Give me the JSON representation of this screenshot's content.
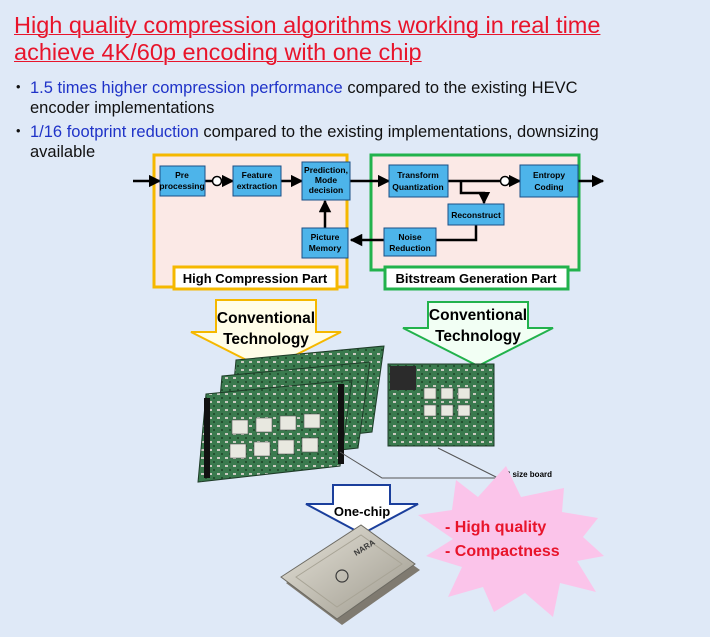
{
  "title": {
    "line1": "High quality compression algorithms working in real time",
    "line2": "achieve 4K/60p encoding with one chip"
  },
  "bullets": [
    {
      "marker": "・",
      "highlight": "1.5 times higher compression performance",
      "rest_line1": " compared to the existing HEVC",
      "rest_line2": "encoder implementations"
    },
    {
      "marker": "・",
      "highlight": "1/16  footprint reduction",
      "rest_line1": " compared to the existing implementations, downsizing",
      "rest_line2": "available"
    }
  ],
  "diagram": {
    "blocks": {
      "pre": [
        "Pre",
        "processing"
      ],
      "feature": [
        "Feature",
        "extraction"
      ],
      "prediction": [
        "Prediction,",
        "Mode",
        "decision"
      ],
      "picture_memory": [
        "Picture",
        "Memory"
      ],
      "transform": [
        "Transform",
        "Quantization"
      ],
      "entropy": [
        "Entropy",
        "Coding"
      ],
      "reconstruct": "Reconstruct",
      "noise": [
        "Noise",
        "Reduction"
      ]
    },
    "parts": {
      "high_compression": "High Compression Part",
      "bitstream": "Bitstream Generation Part"
    },
    "conventional_left": [
      "Conventional",
      "Technology"
    ],
    "conventional_right": [
      "Conventional",
      "Technology"
    ],
    "board_label": "A3 size board",
    "one_chip": "One-chip",
    "chip_marking": "NARA",
    "benefits": [
      "- High quality",
      "- Compactness"
    ],
    "colors": {
      "background": "#dfe9f7",
      "title_red": "#e8142b",
      "highlight_blue": "#1f33c8",
      "block_fill": "#4db4ea",
      "orange_frame": "#f5b800",
      "green_frame": "#22b24c",
      "starburst": "#fbc4ea",
      "benefit_text": "#e8142b"
    }
  }
}
